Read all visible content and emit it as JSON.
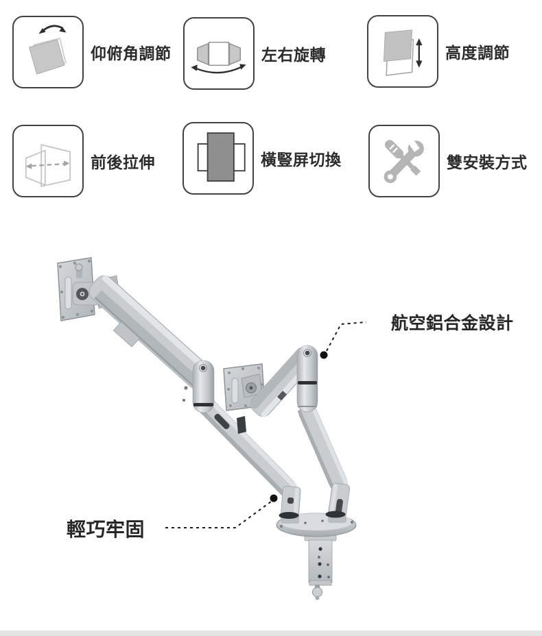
{
  "features": [
    {
      "icon": "tilt-angle-icon",
      "label": "仰俯角調節"
    },
    {
      "icon": "swivel-icon",
      "label": "左右旋轉"
    },
    {
      "icon": "height-adjust-icon",
      "label": "高度調節"
    },
    {
      "icon": "extend-retract-icon",
      "label": "前後拉伸"
    },
    {
      "icon": "landscape-portrait-icon",
      "label": "橫豎屏切換"
    },
    {
      "icon": "dual-mount-icon",
      "label": "雙安裝方式"
    }
  ],
  "product": {
    "annotations": [
      {
        "id": "material",
        "label": "航空鋁合金設計"
      },
      {
        "id": "sturdy",
        "label": "輕巧牢固"
      }
    ]
  },
  "colors": {
    "background": "#ffffff",
    "icon_border": "#414141",
    "label_text": "#2b2b2b",
    "icon_gray_fill": "#c7c7c7",
    "icon_dark_fill": "#8f8f8f",
    "tool_gray": "#b5b5b5",
    "arm_silver": "#c9cdd0",
    "leader_line": "#1c1c1c",
    "footer_bar": "#e5e5e5"
  }
}
